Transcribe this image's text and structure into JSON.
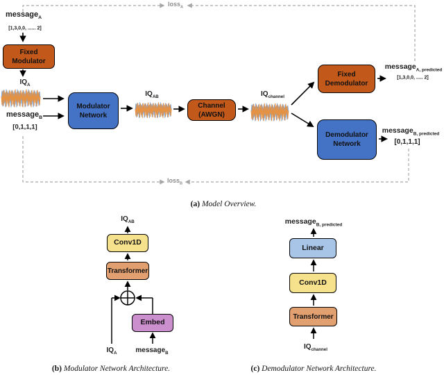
{
  "palette": {
    "orange": "#C2581A",
    "blue": "#4472C4",
    "yellow": "#F6E18C",
    "tan": "#E2A070",
    "orchid": "#CC8FCE",
    "lightblue": "#A8C5E8",
    "wave_blue": "#7FA8D9",
    "wave_orange": "#E8913F",
    "dash_gray": "#A6A6A6"
  },
  "overview": {
    "caption": {
      "tag": "(a)",
      "text": "Model Overview."
    },
    "loss_a": {
      "base": "loss",
      "sub": "A"
    },
    "loss_b": {
      "base": "loss",
      "sub": "B"
    },
    "message_a": {
      "base": "message",
      "sub": "A"
    },
    "message_a_values": "[1,3,0,0, ...... 2]",
    "message_b": {
      "base": "message",
      "sub": "B"
    },
    "message_b_values": "[0,1,1,1]",
    "iq_a": {
      "base": "IQ",
      "sub": "A"
    },
    "iq_ab": {
      "base": "IQ",
      "sub": "AB"
    },
    "iq_channel": {
      "base": "IQ",
      "sub": "channel"
    },
    "boxes": {
      "fixed_modulator": {
        "line1": "Fixed",
        "line2": "Modulator"
      },
      "modulator_network": {
        "line1": "Modulator",
        "line2": "Network"
      },
      "channel": {
        "line1": "Channel",
        "line2": "(AWGN)"
      },
      "fixed_demodulator": {
        "line1": "Fixed",
        "line2": "Demodulator"
      },
      "demodulator_network": {
        "line1": "Demodulator",
        "line2": "Network"
      }
    },
    "message_a_pred": {
      "base": "message",
      "sub": "A, predicted"
    },
    "message_a_pred_values": "[1,3,0,0, ..... 2]",
    "message_b_pred": {
      "base": "message",
      "sub": "B, predicted"
    },
    "message_b_pred_values": "[0,1,1,1]"
  },
  "modulator_arch": {
    "caption": {
      "tag": "(b)",
      "text": "Modulator Network Architecture."
    },
    "output": {
      "base": "IQ",
      "sub": "AB"
    },
    "conv1d": "Conv1D",
    "transformer": "Transformer",
    "embed": "Embed",
    "input_iq": {
      "base": "IQ",
      "sub": "A"
    },
    "input_message": {
      "base": "message",
      "sub": "B"
    }
  },
  "demodulator_arch": {
    "caption": {
      "tag": "(c)",
      "text": "Demodulator Network Architecture."
    },
    "output": {
      "base": "message",
      "sub": "B, predicted"
    },
    "linear": "Linear",
    "conv1d": "Conv1D",
    "transformer": "Transformer",
    "input": {
      "base": "IQ",
      "sub": "channel"
    }
  }
}
